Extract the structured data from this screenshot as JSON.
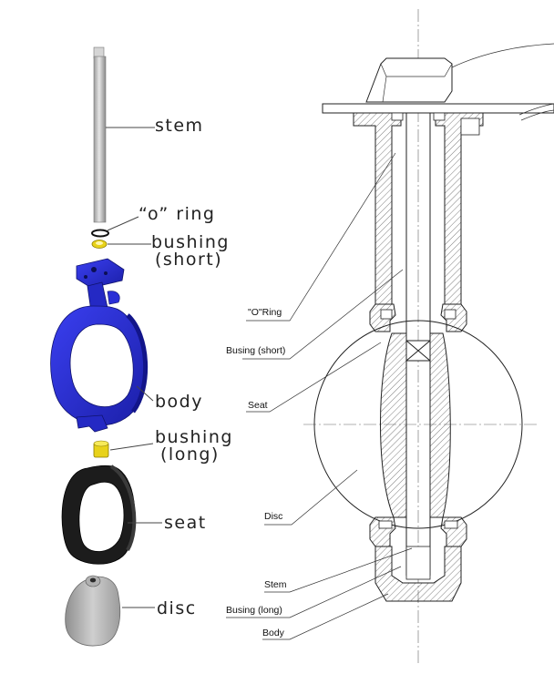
{
  "exploded_labels": {
    "stem": "stem",
    "o_ring": "“o” ring",
    "bushing_short_line1": "bushing",
    "bushing_short_line2": "(short)",
    "body": "body",
    "bushing_long_line1": "bushing",
    "bushing_long_line2": "(long)",
    "seat": "seat",
    "disc": "disc"
  },
  "section_labels": {
    "o_ring": "\"O\"Ring",
    "bushing_short": "Busing (short)",
    "seat": "Seat",
    "disc": "Disc",
    "stem": "Stem",
    "bushing_long": "Busing (long)",
    "body": "Body"
  },
  "colors": {
    "body_blue": "#2a2fd6",
    "bushing_yellow": "#e8d21a",
    "seat_black": "#1c1c1c",
    "metal_gray": "#b8b8b8"
  }
}
